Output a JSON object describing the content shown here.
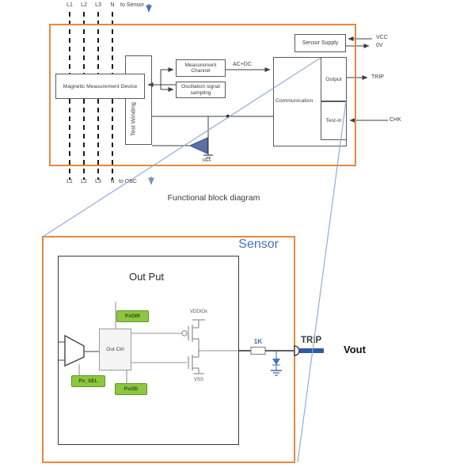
{
  "top_diagram": {
    "caption": "Functional block diagram",
    "bus_labels": [
      "L1",
      "L2",
      "L3",
      "N"
    ],
    "to_sensor": "to Sensor",
    "to_obc": "to OBC",
    "blocks": {
      "mmd": "Magnetic Measurement Device",
      "test_winding": "Test Winding",
      "measurement_channel": "Measurement Channel",
      "oscillation": "Oscillation signal sampling",
      "sensor_supply": "Sensor Supply",
      "communication": "Communication",
      "output": "Output",
      "test_in": "Test-in"
    },
    "signals": {
      "ac_dc": "AC+DC",
      "vcc": "VCC",
      "zero_v": "0V",
      "trip": "TRIP",
      "chk": "CHK",
      "ref": "REF"
    }
  },
  "detail_diagram": {
    "title": "Sensor",
    "block_title": "Out Put",
    "out_ctrl": "Out Ctrl",
    "pins": {
      "pxdir": "PxDIR",
      "px_sel": "Px_SEL",
      "pxod": "PxOD"
    },
    "rails": {
      "vddiox": "VDDIOx",
      "vss": "VSS"
    },
    "resistor_value": "1K",
    "trip": "TRIP",
    "vout": "Vout"
  },
  "colors": {
    "orange_border": "#e8873c",
    "accent_blue": "#4472c4",
    "zoom_line_blue": "#93acd7",
    "green_pin_fill": "#8dc63f",
    "green_pin_border": "#5e9732",
    "trip_bar_blue": "#2e5aa8",
    "amplifier_fill": "#5b6fa6"
  }
}
